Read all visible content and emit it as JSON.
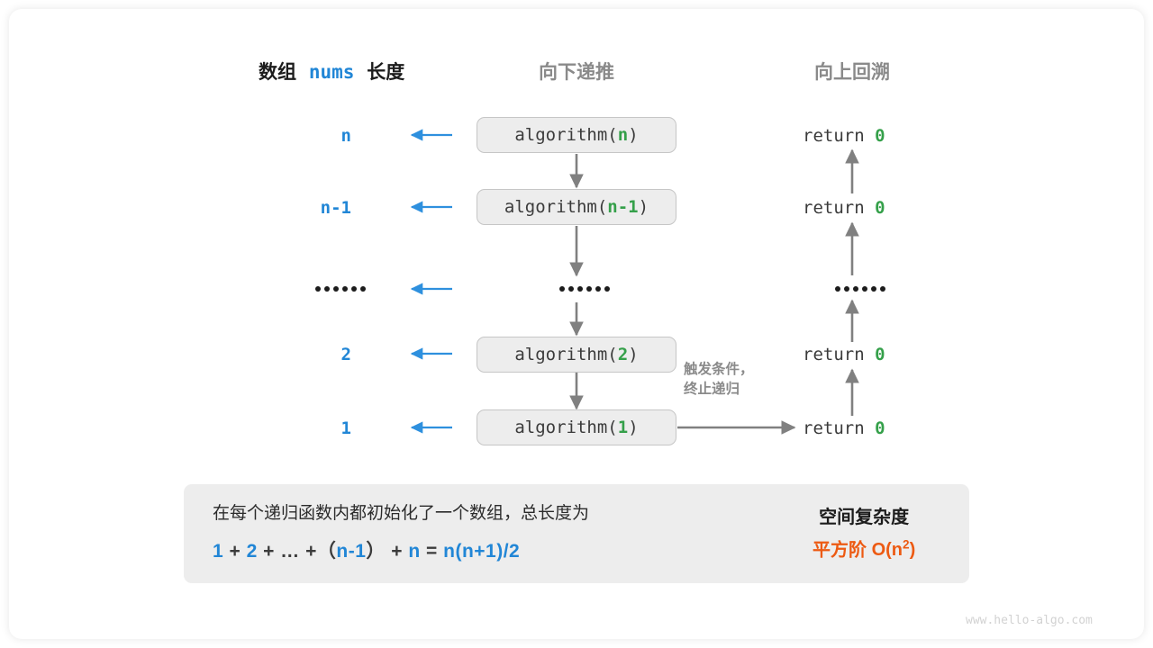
{
  "colors": {
    "blue": "#2186d6",
    "green": "#35a04a",
    "gray": "#8a8a8a",
    "orange": "#ed5a12",
    "box_fill": "#ededed",
    "box_border": "#c6c6c6",
    "arrow_gray": "#808080",
    "dark": "#1c1c1c"
  },
  "headers": {
    "left_prefix": "数组",
    "left_code": "nums",
    "left_suffix": "长度",
    "middle": "向下递推",
    "right": "向上回溯"
  },
  "rows": [
    {
      "length": "n",
      "call_prefix": "algorithm(",
      "call_arg": "n",
      "call_suffix": ")",
      "ret_text": "return ",
      "ret_value": "0",
      "is_ellipsis": false
    },
    {
      "length": "n-1",
      "call_prefix": "algorithm(",
      "call_arg": "n-1",
      "call_suffix": ")",
      "ret_text": "return ",
      "ret_value": "0",
      "is_ellipsis": false
    },
    {
      "length": "……",
      "call_prefix": "",
      "call_arg": "",
      "call_suffix": "",
      "ret_text": "",
      "ret_value": "",
      "is_ellipsis": true
    },
    {
      "length": "2",
      "call_prefix": "algorithm(",
      "call_arg": "2",
      "call_suffix": ")",
      "ret_text": "return ",
      "ret_value": "0",
      "is_ellipsis": false
    },
    {
      "length": "1",
      "call_prefix": "algorithm(",
      "call_arg": "1",
      "call_suffix": ")",
      "ret_text": "return ",
      "ret_value": "0",
      "is_ellipsis": false
    }
  ],
  "side_note": {
    "line1": "触发条件，",
    "line2": "终止递归"
  },
  "summary": {
    "description": "在每个递归函数内都初始化了一个数组，总长度为",
    "formula": {
      "t1": "1",
      "op1": "+",
      "t2": "2",
      "op2": "+",
      "t3": "…",
      "op3": "+",
      "lp": "（",
      "t4": "n-1",
      "rp": "）",
      "op4": "+",
      "t5": "n",
      "eq": "=",
      "result": "n(n+1)/2"
    },
    "complexity_title": "空间复杂度",
    "complexity_prefix": "平方阶",
    "complexity_value": "O(n",
    "complexity_exp": "2",
    "complexity_close": ")"
  },
  "watermark": "www.hello-algo.com"
}
